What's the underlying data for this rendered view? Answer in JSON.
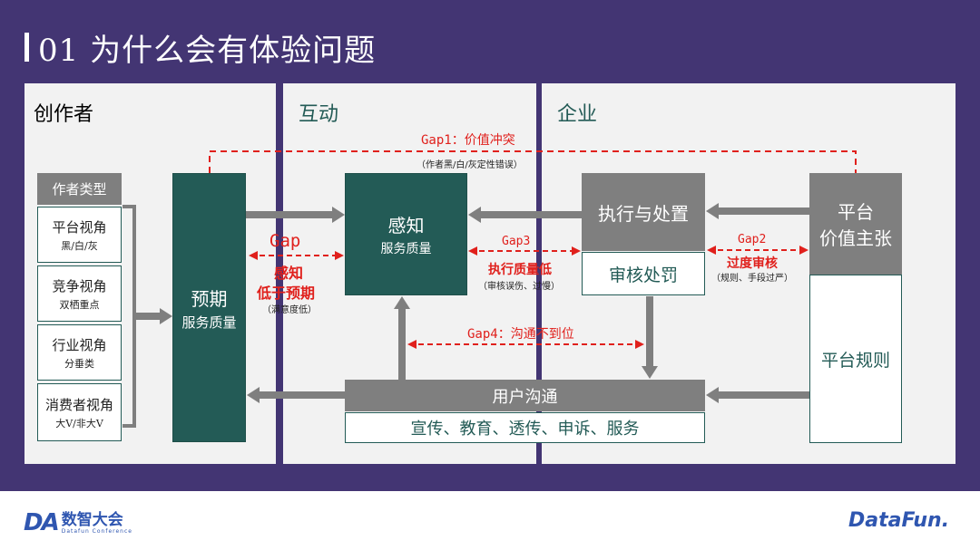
{
  "title": "01  为什么会有体验问题",
  "panels": {
    "creator": "创作者",
    "interaction": "互动",
    "enterprise": "企业"
  },
  "creator_types": {
    "header": "作者类型",
    "items": [
      {
        "main": "平台视角",
        "sub": "黑/白/灰"
      },
      {
        "main": "竞争视角",
        "sub": "双栖重点"
      },
      {
        "main": "行业视角",
        "sub": "分垂类"
      },
      {
        "main": "消费者视角",
        "sub": "大V/非大V"
      }
    ]
  },
  "expectation": {
    "main": "预期",
    "sub": "服务质量"
  },
  "perception": {
    "main": "感知",
    "sub": "服务质量"
  },
  "execution": {
    "header": "执行与处置",
    "body": "审核处罚"
  },
  "platform": {
    "header_line1": "平台",
    "header_line2": "价值主张",
    "body": "平台规则"
  },
  "communication": {
    "header": "用户沟通",
    "body": "宣传、教育、透传、申诉、服务"
  },
  "gaps": {
    "gap1": {
      "label": "Gap1：价值冲突",
      "note": "（作者黑/白/灰定性错误）"
    },
    "gap": {
      "label": "Gap",
      "line1": "感知",
      "line2": "低于预期",
      "note": "（满意度低）"
    },
    "gap3": {
      "label": "Gap3",
      "line1": "执行质量低",
      "note": "（审核误伤、过慢）"
    },
    "gap2": {
      "label": "Gap2",
      "line1": "过度审核",
      "note": "（规则、手段过严）"
    },
    "gap4": {
      "label": "Gap4：沟通不到位"
    }
  },
  "footer": {
    "left_logo": "DA",
    "left_text": "数智大会",
    "left_sub": "Datafun Conference",
    "right_logo": "DataFun."
  },
  "colors": {
    "background": "#433573",
    "panel": "#f2f2f2",
    "dark_teal": "#235b56",
    "gray": "#7f7f7f",
    "gap_red": "#e0201c"
  }
}
